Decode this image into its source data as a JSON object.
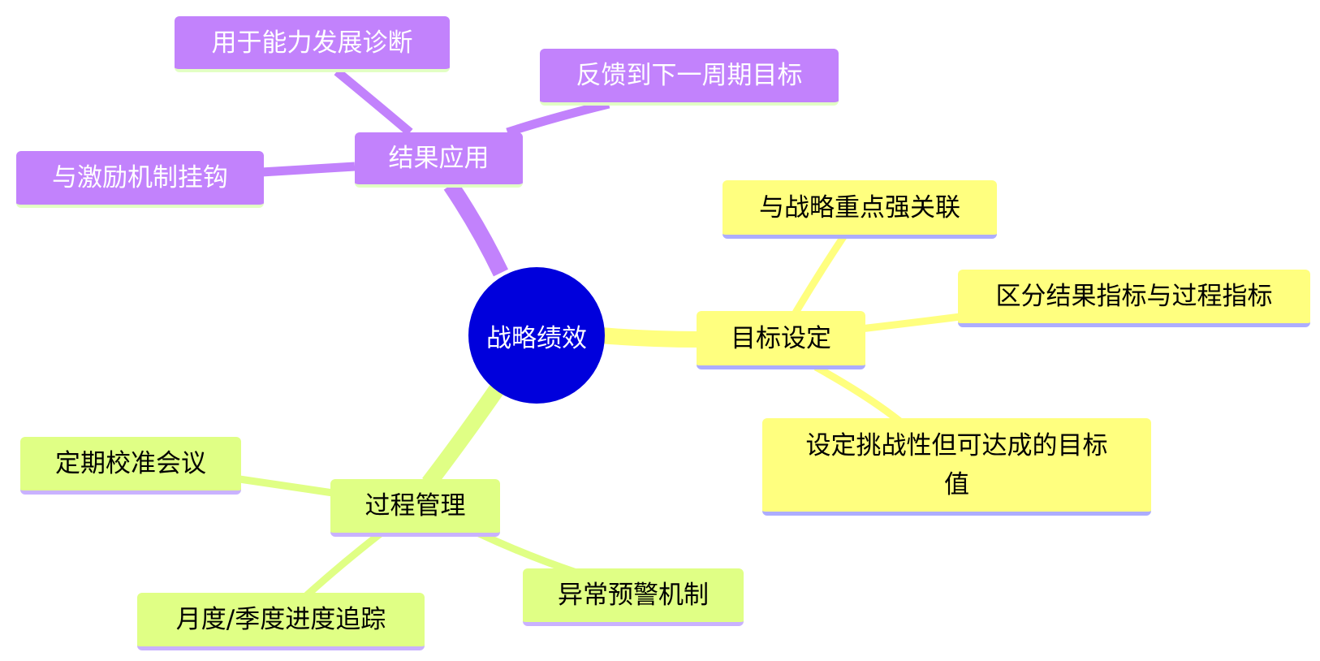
{
  "root": {
    "label": "战略绩效"
  },
  "branches": {
    "result": {
      "label": "结果应用",
      "children": [
        "用于能力发展诊断",
        "反馈到下一周期目标",
        "与激励机制挂钩"
      ],
      "color": "#c282fc"
    },
    "target": {
      "label": "目标设定",
      "children": [
        "与战略重点强关联",
        "区分结果指标与过程指标",
        "设定挑战性但可达成的目标值"
      ],
      "color": "#ffff7f"
    },
    "process": {
      "label": "过程管理",
      "children": [
        "定期校准会议",
        "月度/季度进度追踪",
        "异常预警机制"
      ],
      "color": "#e0ff85"
    }
  },
  "colors": {
    "root": "#0000dc",
    "result_edge": "#c282fc",
    "target_edge": "#ffff7f",
    "process_edge": "#e0ff85"
  }
}
